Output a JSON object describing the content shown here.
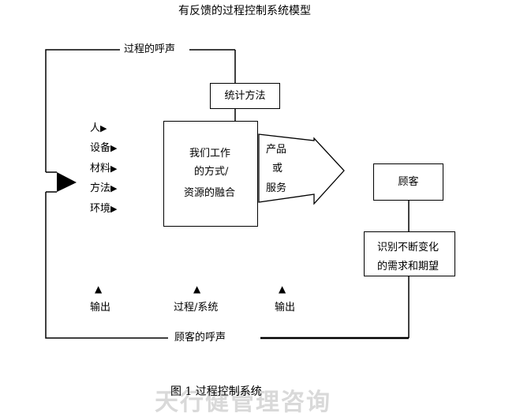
{
  "title": "有反馈的过程控制系统模型",
  "voice_of_process": "过程的呼声",
  "voice_of_customer": "顾客的呼声",
  "statistical_methods": "统计方法",
  "work_box": [
    "我们工作",
    "的方式/",
    "资源的融合"
  ],
  "product_lines": [
    "产品",
    "或",
    "服务"
  ],
  "customer": "顾客",
  "needs_box": [
    "识别不断变化",
    "的需求和期望"
  ],
  "inputs": [
    {
      "label": "人",
      "arrow": "▶"
    },
    {
      "label": "设备",
      "arrow": "▶"
    },
    {
      "label": "材料",
      "arrow": "▶"
    },
    {
      "label": "方法",
      "arrow": "▶"
    },
    {
      "label": "环境",
      "arrow": "▶"
    }
  ],
  "bottom_labels": [
    {
      "marker": "▲",
      "label": "输出"
    },
    {
      "marker": "▲",
      "label": "过程/系统"
    },
    {
      "marker": "▲",
      "label": "输出"
    }
  ],
  "caption": "图 1   过程控制系统",
  "watermark": "天行健管理咨询"
}
